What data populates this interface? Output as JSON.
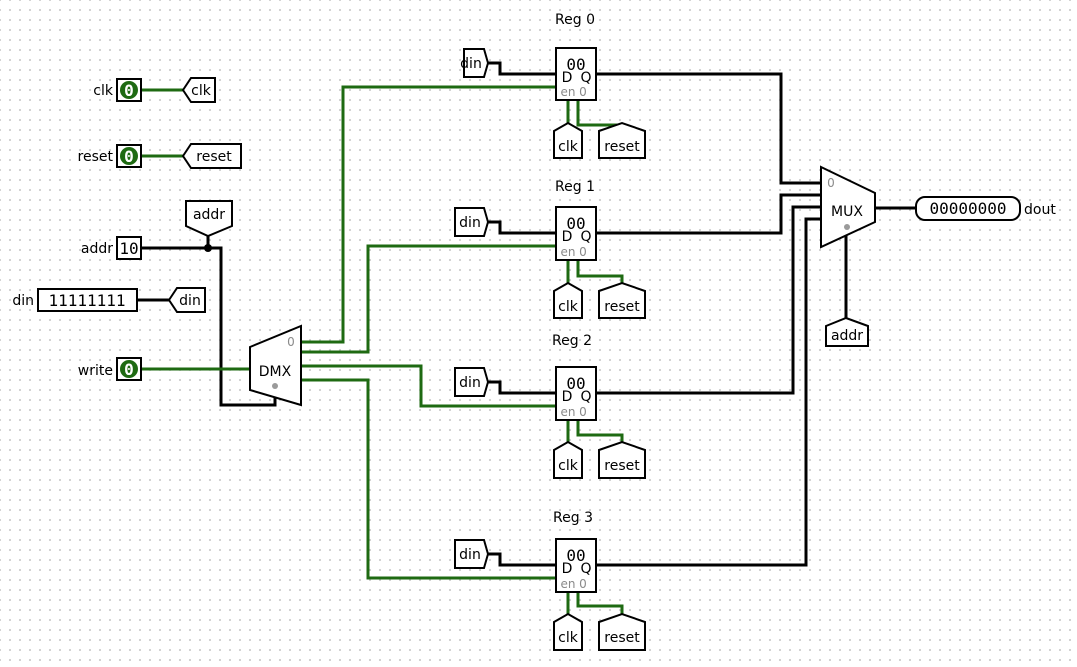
{
  "colors": {
    "bus_wire": "#000000",
    "signal_wire": "#1e6a12",
    "input_on_fill": "#1e6a12"
  },
  "inputs": {
    "clk": {
      "label": "clk",
      "value": "0"
    },
    "reset": {
      "label": "reset",
      "value": "0"
    },
    "addr": {
      "label": "addr",
      "value": "10"
    },
    "din": {
      "label": "din",
      "value": "11111111"
    },
    "write": {
      "label": "write",
      "value": "0"
    }
  },
  "tunnels": {
    "clk": "clk",
    "reset": "reset",
    "addr": "addr",
    "din": "din"
  },
  "registers": [
    {
      "title": "Reg 0",
      "value": "00"
    },
    {
      "title": "Reg 1",
      "value": "00"
    },
    {
      "title": "Reg 2",
      "value": "00"
    },
    {
      "title": "Reg 3",
      "value": "00"
    }
  ],
  "register_pins": {
    "d": "D",
    "q": "Q",
    "en": "en",
    "zero": "0"
  },
  "demux": {
    "label": "DMX",
    "select_zero": "0"
  },
  "mux": {
    "label": "MUX",
    "select_zero": "0"
  },
  "output": {
    "label": "dout",
    "value": "00000000"
  }
}
